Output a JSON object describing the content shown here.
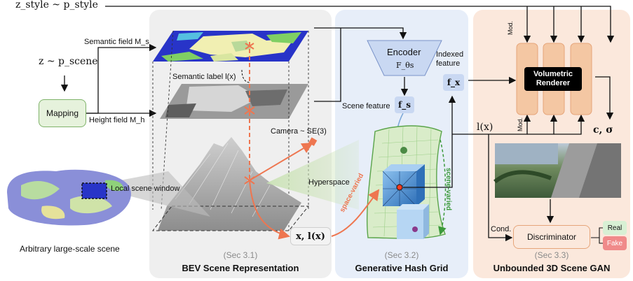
{
  "top_left": {
    "style_prior": "z_style ~ p_style",
    "scene_prior": "z ~ p_scene"
  },
  "mapping_label": "Mapping",
  "fields": {
    "semantic": "Semantic field M_s",
    "height": "Height field M_h",
    "semantic_label": "Semantic label l(x)",
    "camera": "Camera ~ SE(3)"
  },
  "scene": {
    "local_window": "Local scene window",
    "caption": "Arbitrary large-scale scene"
  },
  "hyperspace": "Hyperspace",
  "point_label": "x, l(x)",
  "encoder": {
    "title": "Encoder",
    "symbol": "F_θs",
    "scene_feature": "Scene feature",
    "scene_feature_symbol": "f_s",
    "indexed_feature": "Indexed feature",
    "indexed_symbol": "f_x"
  },
  "grid": {
    "space_varied": "space-varied",
    "scene_varied": "scene-varied"
  },
  "gan": {
    "mod_top": "Mod.",
    "mod_bottom": "Mod.",
    "renderer": "Volumetric Renderer",
    "output": "c, σ",
    "lx": "l(x)",
    "cond": "Cond.",
    "discriminator": "Discriminator",
    "real": "Real",
    "fake": "Fake"
  },
  "sections": {
    "bev_sec": "(Sec 3.1)",
    "bev_title": "BEV Scene Representation",
    "hash_sec": "(Sec 3.2)",
    "hash_title": "Generative Hash Grid",
    "gan_sec": "(Sec 3.3)",
    "gan_title": "Unbounded 3D Scene GAN"
  },
  "colors": {
    "bev_panel": "#efefef",
    "hash_panel": "#e7eef9",
    "gan_panel": "#fbe8dc",
    "mapping_fill": "#e6f2dc",
    "mapping_border": "#7fb36a",
    "encoder_fill": "#c9d8f2",
    "mlp_fill": "#f4c7a3",
    "accent_orange": "#ee7650",
    "real_fill": "#d8f0d4",
    "fake_fill": "#f08a8a"
  }
}
